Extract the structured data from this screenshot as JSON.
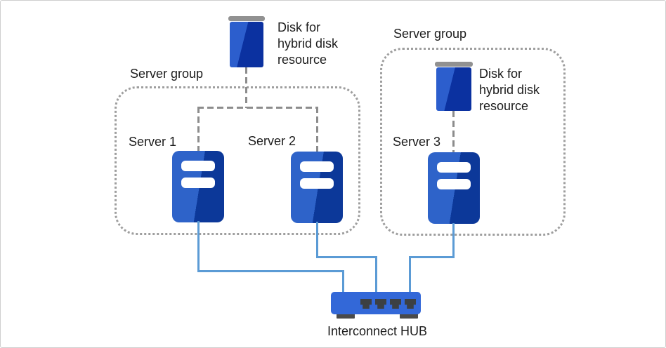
{
  "groups": [
    {
      "label": "Server group"
    },
    {
      "label": "Server group"
    }
  ],
  "servers": [
    {
      "label": "Server 1"
    },
    {
      "label": "Server 2"
    },
    {
      "label": "Server 3"
    }
  ],
  "disks": [
    {
      "label": "Disk for hybrid disk resource"
    },
    {
      "label": "Disk for hybrid disk resource"
    }
  ],
  "hub": {
    "label": "Interconnect HUB"
  },
  "colors": {
    "server_light": "#2e63c9",
    "server_dark": "#0c3899",
    "disk_light": "#2c5ecd",
    "disk_dark": "#0b31a0",
    "hub_blue": "#3368d8",
    "port_dark": "#3c4043",
    "foot_dark": "#4a4a4a",
    "line_blue": "#5b9bd5",
    "dash_gray": "#8c8c8c",
    "dot_gray": "#9e9e9e",
    "cap_gray": "#919191",
    "text": "#1c1c1c",
    "border": "#cfcfcf"
  }
}
